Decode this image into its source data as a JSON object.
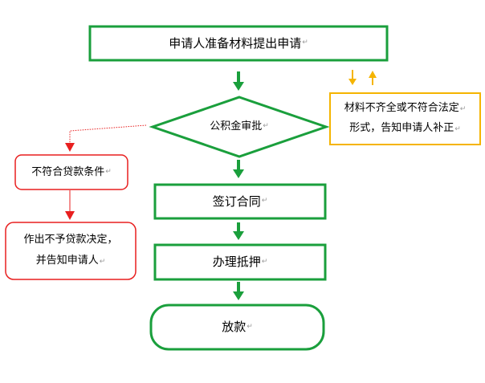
{
  "colors": {
    "green": "#1a9f3c",
    "red": "#e81f1f",
    "yellow": "#f5b400",
    "text": "#000000"
  },
  "return_mark": "↵",
  "nodes": {
    "apply": "申请人准备材料提出申请",
    "review": "公积金审批",
    "incomplete_line1": "材料不齐全或不符合法定",
    "incomplete_line2": "形式，告知申请人补正",
    "not_eligible": "不符合贷款条件",
    "reject_line1": "作出不予贷款决定，",
    "reject_line2": "并告知申请人",
    "sign": "签订合同",
    "mortgage": "办理抵押",
    "loan": "放款"
  }
}
